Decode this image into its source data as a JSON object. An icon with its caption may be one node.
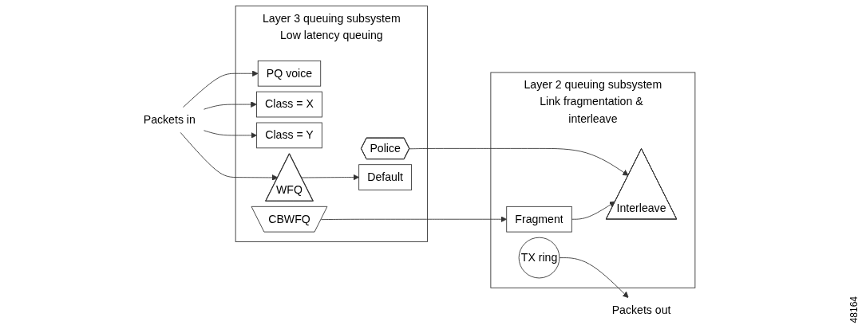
{
  "diagram": {
    "nodes": [
      {
        "text": [
          "Layer 3 queuing subsystem",
          "Low latency queuing"
        ]
      },
      {
        "text": [
          "Layer 2 queuing subsystem",
          "Link fragmentation & interleave"
        ]
      },
      {
        "text": [
          "Packets in"
        ]
      },
      {
        "text": [
          "PQ voice"
        ],
        "in": 0
      },
      {
        "text": [
          "Police"
        ],
        "in": 0
      },
      {
        "text": [
          "Class = X"
        ],
        "in": 0
      },
      {
        "text": [
          "Class = Y"
        ],
        "in": 0
      },
      {
        "text": [
          "WFQ"
        ],
        "in": 0
      },
      {
        "text": [
          "Default"
        ],
        "in": 0
      },
      {
        "text": [
          "CBWFQ"
        ],
        "in": 0
      },
      {
        "text": [
          "Fragment"
        ],
        "in": 1
      },
      {
        "text": [
          "Interleave"
        ],
        "in": 1
      },
      {
        "text": [
          "TX ring"
        ],
        "in": 1
      },
      {
        "text": [
          "Packets out"
        ]
      }
    ],
    "edges": [
      {
        "from": 2,
        "to": 3,
        "arrow": "to"
      },
      {
        "from": 2,
        "to": 5,
        "arrow": "to"
      },
      {
        "from": 2,
        "to": 6,
        "arrow": "to"
      },
      {
        "from": 2,
        "to": 7,
        "arrow": "to"
      },
      {
        "from": 7,
        "to": 8,
        "arrow": "to"
      },
      {
        "from": 4,
        "to": 11,
        "arrow": "to"
      },
      {
        "from": 9,
        "to": 10,
        "arrow": "to"
      },
      {
        "from": 10,
        "to": 11,
        "arrow": "to"
      },
      {
        "from": 12,
        "to": 13,
        "arrow": "to"
      }
    ],
    "labels": [
      "48164"
    ]
  }
}
